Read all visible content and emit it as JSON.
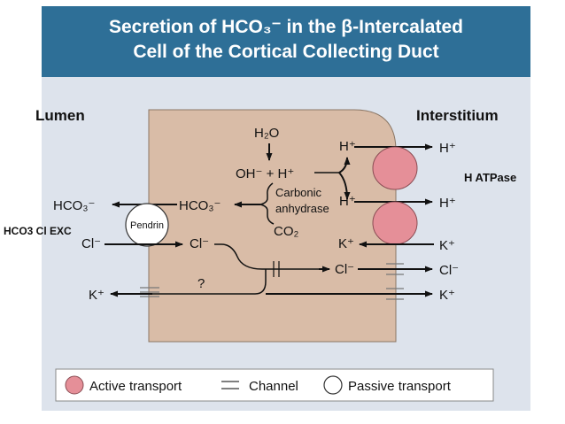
{
  "title": {
    "line1": "Secretion of HCO₃⁻ in the β-Intercalated",
    "line2": "Cell of the Cortical Collecting Duct"
  },
  "regions": {
    "lumen": "Lumen",
    "interstitium": "Interstitium"
  },
  "annotations": {
    "h_atpase": "H ATPase",
    "exchanger": "HCO3 Cl EXC"
  },
  "cell": {
    "water": "H₂O",
    "oh_h": "OH⁻ + H⁺",
    "carbonic": "Carbonic",
    "anhydrase": "anhydrase",
    "co2": "CO₂",
    "hco3_inside": "HCO₃⁻",
    "cl_inside": "Cl⁻",
    "question": "?",
    "pendrin": "Pendrin",
    "h_pump1": "H⁺",
    "h_pump2": "H⁺",
    "k_inside": "K⁺",
    "cl_channel": "Cl⁻"
  },
  "lumen_ions": {
    "hco3": "HCO₃⁻",
    "cl": "Cl⁻",
    "k": "K⁺"
  },
  "interstitium_ions": {
    "h1": "H⁺",
    "h2": "H⁺",
    "k1": "K⁺",
    "cl": "Cl⁻",
    "k2": "K⁺"
  },
  "legend": {
    "active": "Active transport",
    "channel": "Channel",
    "passive": "Passive transport"
  },
  "colors": {
    "header": "#2e6f97",
    "panel": "#dde3ec",
    "cell": "#d9bca7",
    "pump": "#e58f98"
  }
}
